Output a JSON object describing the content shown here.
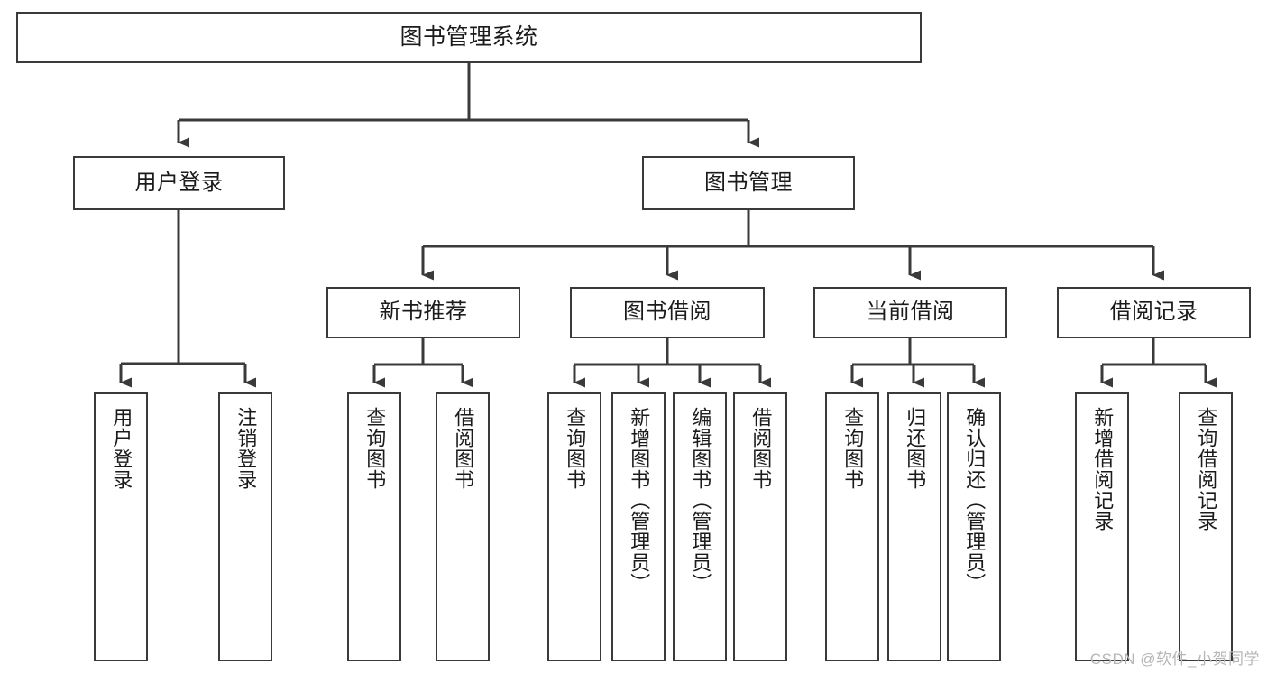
{
  "diagram": {
    "title_node": {
      "label": "图书管理系统"
    },
    "level2": [
      {
        "label": "用户登录"
      },
      {
        "label": "图书管理"
      }
    ],
    "level3": [
      {
        "label": "新书推荐"
      },
      {
        "label": "图书借阅"
      },
      {
        "label": "当前借阅"
      },
      {
        "label": "借阅记录"
      }
    ],
    "leaves": [
      {
        "label": "用户登录"
      },
      {
        "label": "注销登录"
      },
      {
        "label": "查询图书"
      },
      {
        "label": "借阅图书"
      },
      {
        "label": "查询图书"
      },
      {
        "label": "新增图书（管理员）"
      },
      {
        "label": "编辑图书（管理员）"
      },
      {
        "label": "借阅图书"
      },
      {
        "label": "查询图书"
      },
      {
        "label": "归还图书"
      },
      {
        "label": "确认归还（管理员）"
      },
      {
        "label": "新增借阅记录"
      },
      {
        "label": "查询借阅记录"
      }
    ],
    "watermark": "CSDN @软件_小贺同学",
    "colors": {
      "stroke": "#3a3a3a",
      "fill": "#ffffff",
      "text": "#1b1b1b",
      "watermark": "#b6b6b6"
    }
  }
}
